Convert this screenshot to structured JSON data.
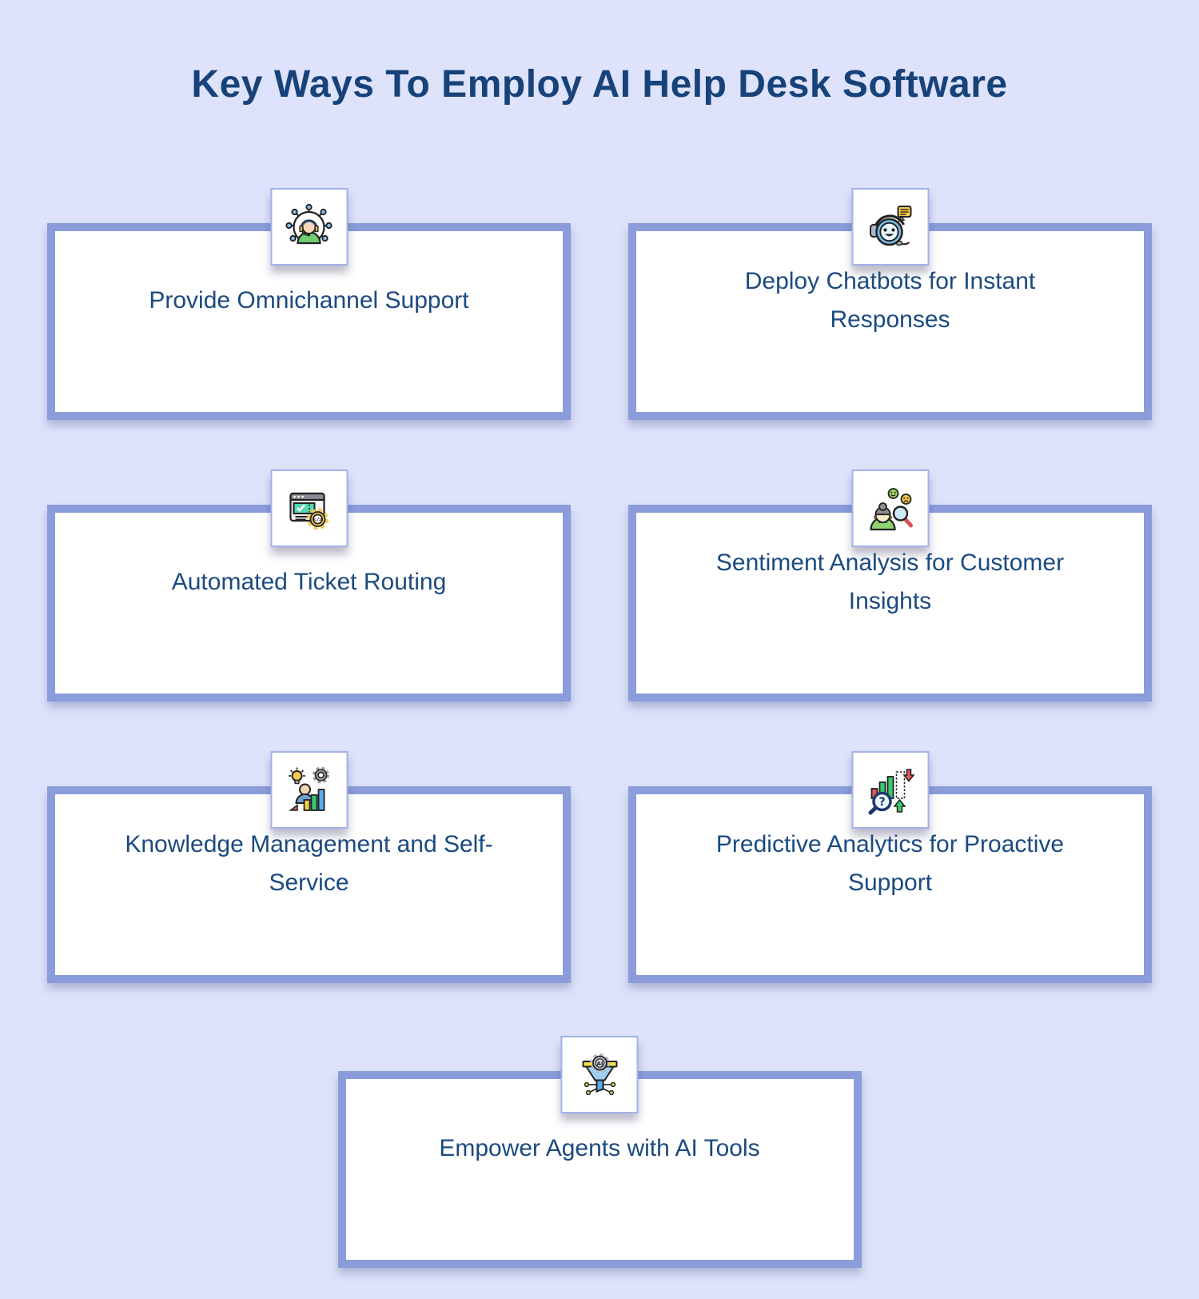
{
  "page": {
    "title": "Key Ways To Employ AI Help Desk Software",
    "background_color": "#dee3fb",
    "card_border_color": "#8b9cdb",
    "text_color": "#1b4a80"
  },
  "cards": [
    {
      "label": "Provide Omnichannel Support",
      "icon": "omnichannel-support-icon"
    },
    {
      "label": "Deploy Chatbots for Instant Responses",
      "icon": "chatbot-icon"
    },
    {
      "label": "Automated Ticket Routing",
      "icon": "ticket-routing-icon"
    },
    {
      "label": "Sentiment Analysis for Customer Insights",
      "icon": "sentiment-analysis-icon"
    },
    {
      "label": "Knowledge Management and Self-Service",
      "icon": "knowledge-management-icon"
    },
    {
      "label": "Predictive Analytics for Proactive Support",
      "icon": "predictive-analytics-icon"
    },
    {
      "label": "Empower Agents with AI Tools",
      "icon": "ai-funnel-icon"
    }
  ]
}
